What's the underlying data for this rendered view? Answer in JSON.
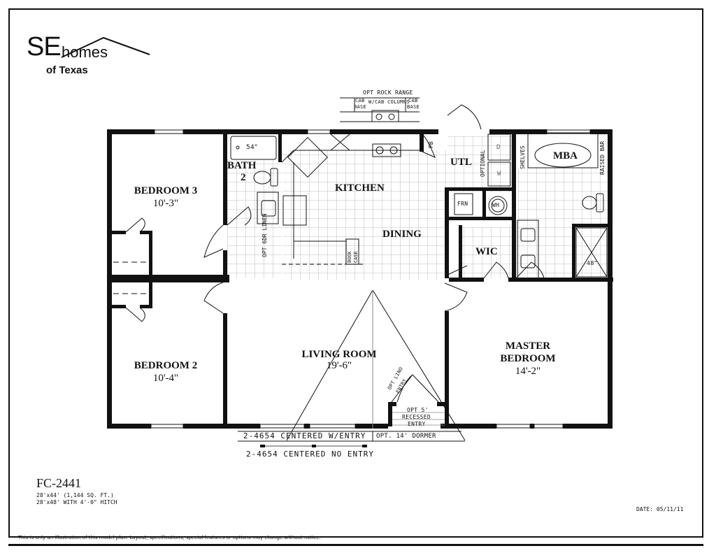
{
  "logo": {
    "brand_initials": "SE",
    "brand_word": "homes",
    "tagline": "of Texas"
  },
  "rooms": {
    "bedroom3": {
      "label": "BEDROOM 3",
      "dimension": "10'-3\""
    },
    "bedroom2": {
      "label": "BEDROOM 2",
      "dimension": "10'-4\""
    },
    "bath2": {
      "label_line1": "BATH",
      "label_line2": "2"
    },
    "kitchen": {
      "label": "KITCHEN"
    },
    "dining": {
      "label": "DINING"
    },
    "utility": {
      "label": "UTL"
    },
    "mba": {
      "label": "MBA"
    },
    "wic": {
      "label": "WIC"
    },
    "living_room": {
      "label": "LIVING ROOM",
      "dimension": "19'-6\""
    },
    "master_bedroom": {
      "label_line1": "MASTER",
      "label_line2": "BEDROOM",
      "dimension": "14'-2\""
    }
  },
  "annotations": {
    "opt_rock_range": "OPT ROCK RANGE",
    "cab_base_left_1": "CAB",
    "cab_base_left_2": "BASE",
    "cab_columns": "W/CAB COLUMNS",
    "cab_base_right_1": "CAB",
    "cab_base_right_2": "BASE",
    "tub_size": "54\"",
    "opt_linen": "OPT 6DR LINEN",
    "book_case_1": "BOOK",
    "book_case_2": "CASE",
    "pb": "PB",
    "optional": "OPTIONAL",
    "dryer": "D",
    "washer": "W",
    "furnace": "FRN",
    "water_heater": "WH",
    "shelves": "SHELVES",
    "raised_bar": "RAISED BAR",
    "shower_size": "48\"",
    "opt_lino_entry_1": "OPT LINO",
    "opt_lino_entry_2": "ENTRY",
    "recessed_1": "OPT 5'",
    "recessed_2": "RECESSED",
    "recessed_3": "ENTRY",
    "window_w_entry": "2-4654 CENTERED W/ENTRY",
    "dormer": "OPT. 14' DORMER",
    "window_no_entry": "2-4654 CENTERED NO ENTRY"
  },
  "model": {
    "name": "FC-2441",
    "spec_line1": "28'x44' (1,144 SQ. FT.)",
    "spec_line2": "28'x48' WITH 4'-0\" HITCH"
  },
  "footer": {
    "date": "DATE: 05/11/11",
    "disclaimer": "This is only an illustration of this model plan.  Layout, specifications, special features or options may change without notice."
  }
}
